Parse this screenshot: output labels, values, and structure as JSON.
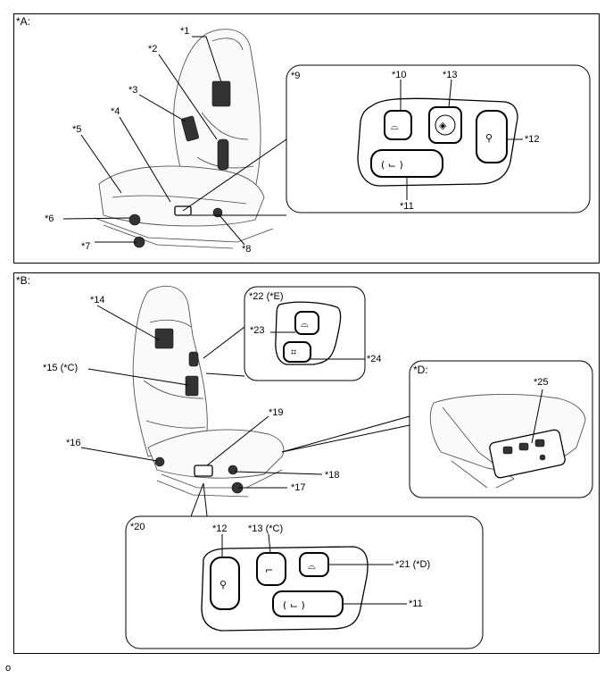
{
  "panels": {
    "a": "*A:",
    "b": "*B:",
    "d": "*D:"
  },
  "callouts": {
    "c1": "*1",
    "c2": "*2",
    "c3": "*3",
    "c4": "*4",
    "c5": "*5",
    "c6": "*6",
    "c7": "*7",
    "c8": "*8",
    "c9": "*9",
    "c10": "*10",
    "c11": "*11",
    "c12": "*12",
    "c13": "*13",
    "c14": "*14",
    "c15": "*15 (*C)",
    "c16": "*16",
    "c17": "*17",
    "c18": "*18",
    "c19": "*19",
    "c20": "*20",
    "c21": "*21 (*D)",
    "c22": "*22 (*E)",
    "c23": "*23",
    "c24": "*24",
    "c25": "*25",
    "b12": "*12",
    "b13": "*13 (*C)",
    "b11": "*11"
  },
  "footer": "o"
}
